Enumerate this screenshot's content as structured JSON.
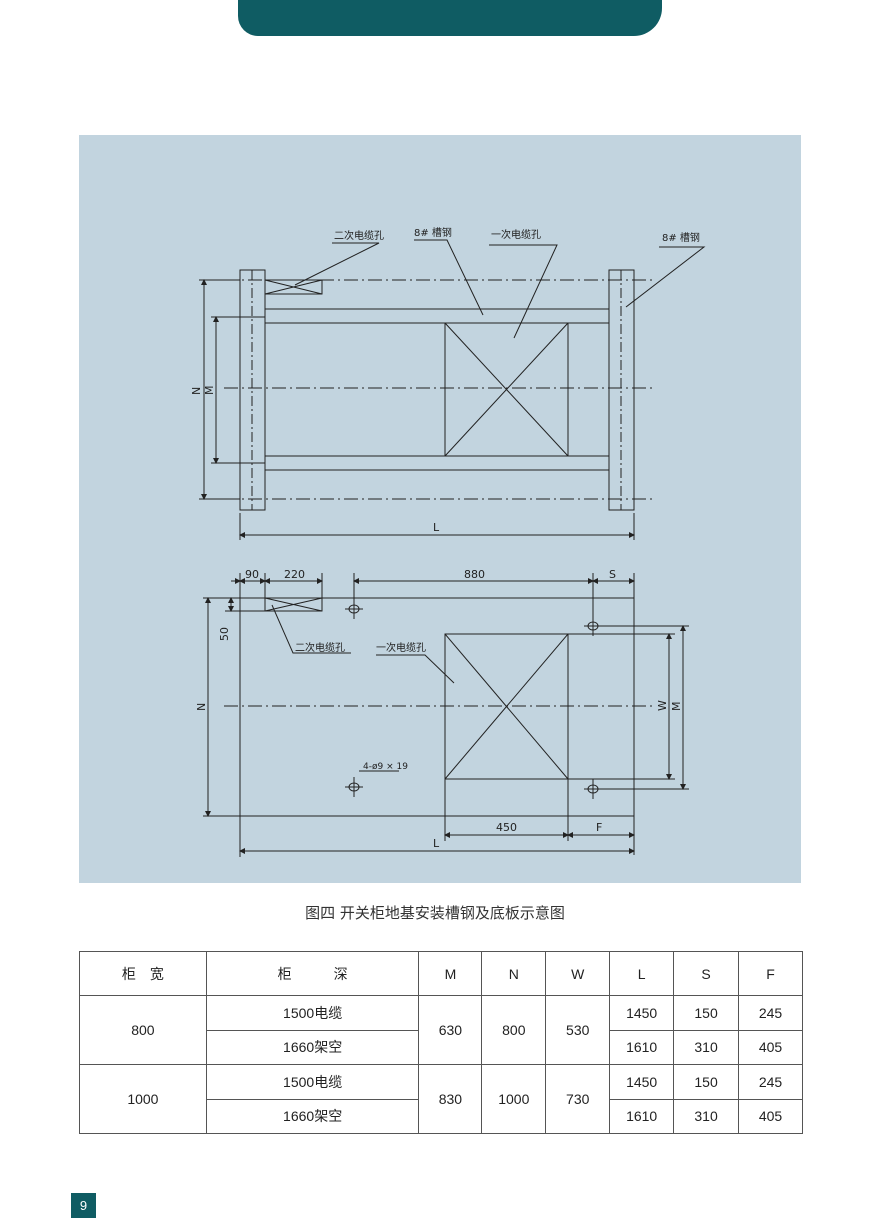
{
  "drawing": {
    "top": {
      "label_secondary_cable_hole": "二次电缆孔",
      "label_channel_steel_1": "8# 槽钢",
      "label_primary_cable_hole": "一次电缆孔",
      "label_channel_steel_2": "8# 槽钢",
      "dim_n": "N",
      "dim_m": "M",
      "dim_l": "L"
    },
    "bottom": {
      "dim_90": "90",
      "dim_220": "220",
      "dim_880": "880",
      "dim_s": "S",
      "dim_50": "50",
      "label_secondary_cable_hole": "二次电缆孔",
      "label_primary_cable_hole": "一次电缆孔",
      "dim_n": "N",
      "dim_w": "W",
      "dim_m": "M",
      "hole_spec": "4-ø9 × 19",
      "dim_450": "450",
      "dim_f": "F",
      "dim_l": "L"
    }
  },
  "caption": "图四  开关柜地基安装槽钢及底板示意图",
  "table": {
    "headers": {
      "width": "柜　宽",
      "depth": "柜　　　深",
      "m": "M",
      "n": "N",
      "w": "W",
      "l": "L",
      "s": "S",
      "f": "F"
    },
    "groups": [
      {
        "width": "800",
        "m": "630",
        "n": "800",
        "w": "530",
        "rows": [
          {
            "depth": "1500电缆",
            "l": "1450",
            "s": "150",
            "f": "245"
          },
          {
            "depth": "1660架空",
            "l": "1610",
            "s": "310",
            "f": "405"
          }
        ]
      },
      {
        "width": "1000",
        "m": "830",
        "n": "1000",
        "w": "730",
        "rows": [
          {
            "depth": "1500电缆",
            "l": "1450",
            "s": "150",
            "f": "245"
          },
          {
            "depth": "1660架空",
            "l": "1610",
            "s": "310",
            "f": "405"
          }
        ]
      }
    ]
  },
  "page_number": "9",
  "colors": {
    "band": "#0f5c63",
    "panel": "#c2d4df"
  }
}
